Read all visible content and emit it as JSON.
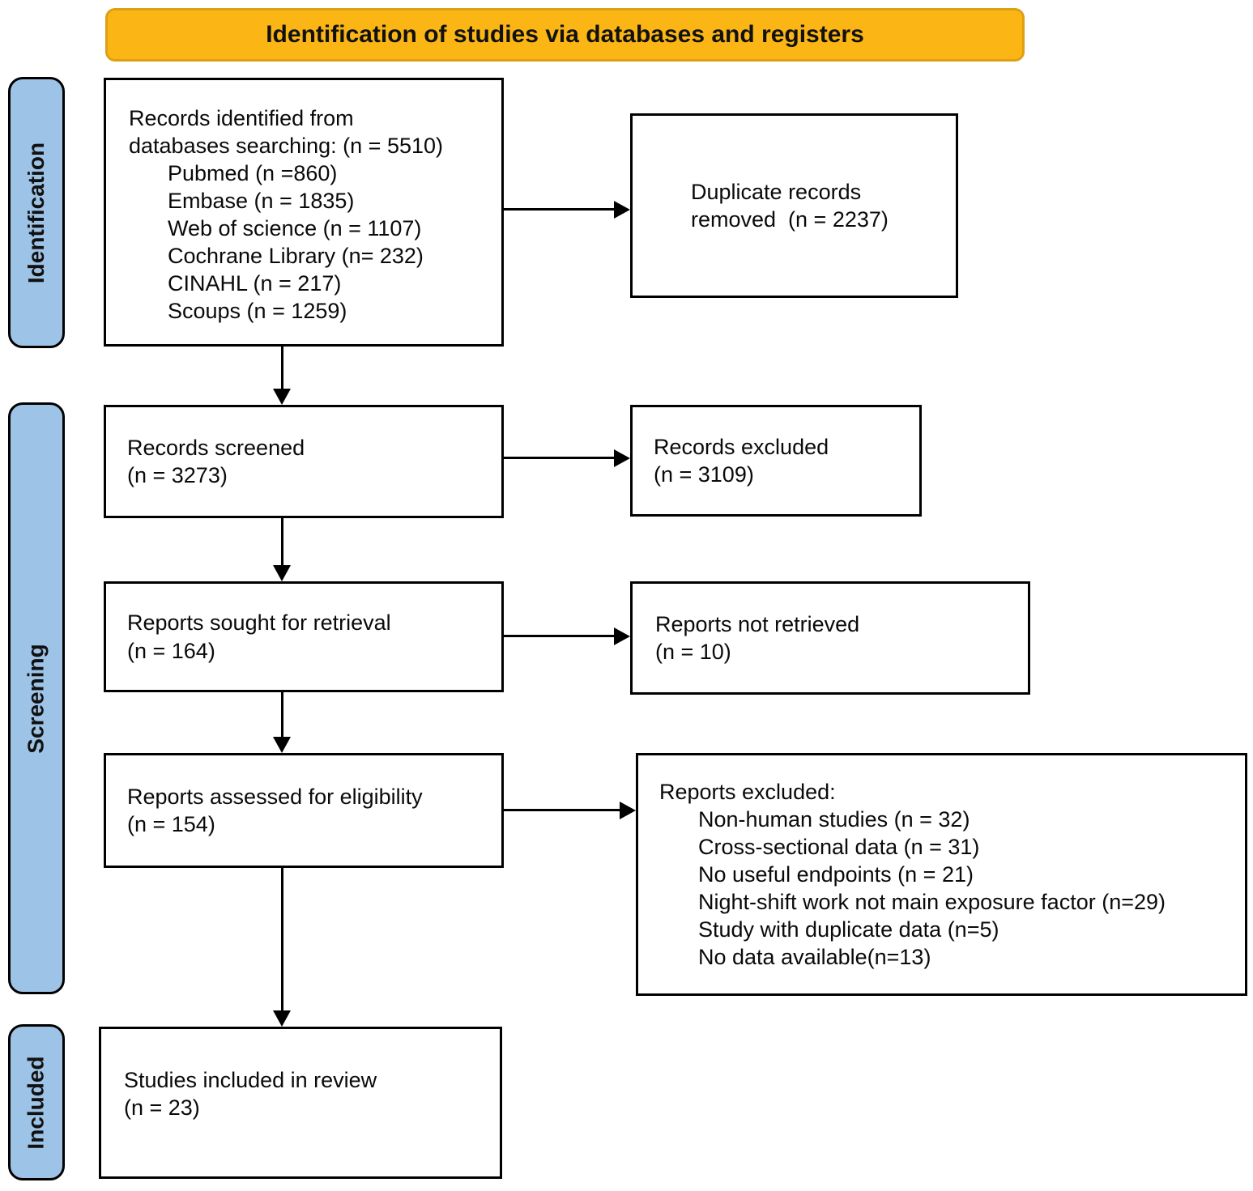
{
  "header": {
    "title": "Identification of studies via databases and registers"
  },
  "colors": {
    "header-bg": "#FBB616",
    "header-border": "#DEA013",
    "stage-bg": "#9DC3E6",
    "line": "#000000"
  },
  "stages": {
    "identification": "Identification",
    "screening": "Screening",
    "included": "Included"
  },
  "boxes": {
    "records_identified": {
      "main": [
        "Records identified from",
        "databases searching: (n = 5510)"
      ],
      "items": [
        "Pubmed (n =860)",
        "Embase (n = 1835)",
        "Web of science (n = 1107)",
        "Cochrane Library (n= 232)",
        "CINAHL (n = 217)",
        "Scoups (n = 1259)"
      ]
    },
    "duplicate_records_removed": {
      "main": [
        "Duplicate records",
        "removed  (n = 2237)"
      ]
    },
    "records_screened": {
      "main": [
        "Records screened",
        "(n = 3273)"
      ]
    },
    "records_excluded": {
      "main": [
        "Records excluded",
        "(n = 3109)"
      ]
    },
    "reports_sought": {
      "main": [
        "Reports sought for retrieval",
        "(n = 164)"
      ]
    },
    "reports_not_retrieved": {
      "main": [
        "Reports not retrieved",
        "(n = 10)"
      ]
    },
    "reports_assessed": {
      "main": [
        "Reports assessed for eligibility",
        "(n = 154)"
      ]
    },
    "reports_excluded": {
      "main": [
        "Reports excluded:"
      ],
      "items": [
        "Non-human studies (n = 32)",
        "Cross-sectional data (n = 31)",
        "No useful endpoints (n = 21)",
        "Night-shift work not main exposure factor (n=29)",
        "Study with duplicate data (n=5)",
        "No data available(n=13)"
      ]
    },
    "studies_included": {
      "main": [
        "Studies included in review",
        "(n = 23)"
      ]
    }
  }
}
